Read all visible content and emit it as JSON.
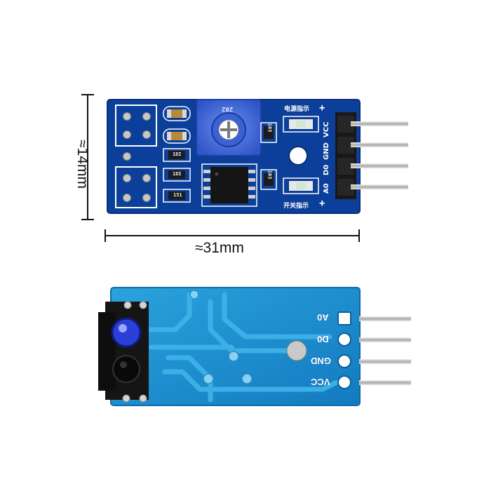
{
  "dimensions": {
    "width_label": "≈31mm",
    "height_label": "≈14mm"
  },
  "top_board": {
    "pin_labels": [
      "VCC",
      "GND",
      "D0",
      "A0"
    ],
    "power_indicator_label": "电源指示",
    "switch_indicator_label": "开关指示",
    "plus_sign": "+",
    "resistor_codes": [
      "103",
      "103",
      "151"
    ],
    "pot_code": "202",
    "chip_markings": [
      "1DI",
      "1DI"
    ]
  },
  "bottom_board": {
    "pin_labels": [
      "A0",
      "D0",
      "GND",
      "VCC"
    ]
  },
  "colors": {
    "pcb_dark": "#0b3f9a",
    "pcb_light": "#1a8fd0",
    "pin_gold": "#c9c9c9",
    "header_black": "#1a1a1a"
  }
}
